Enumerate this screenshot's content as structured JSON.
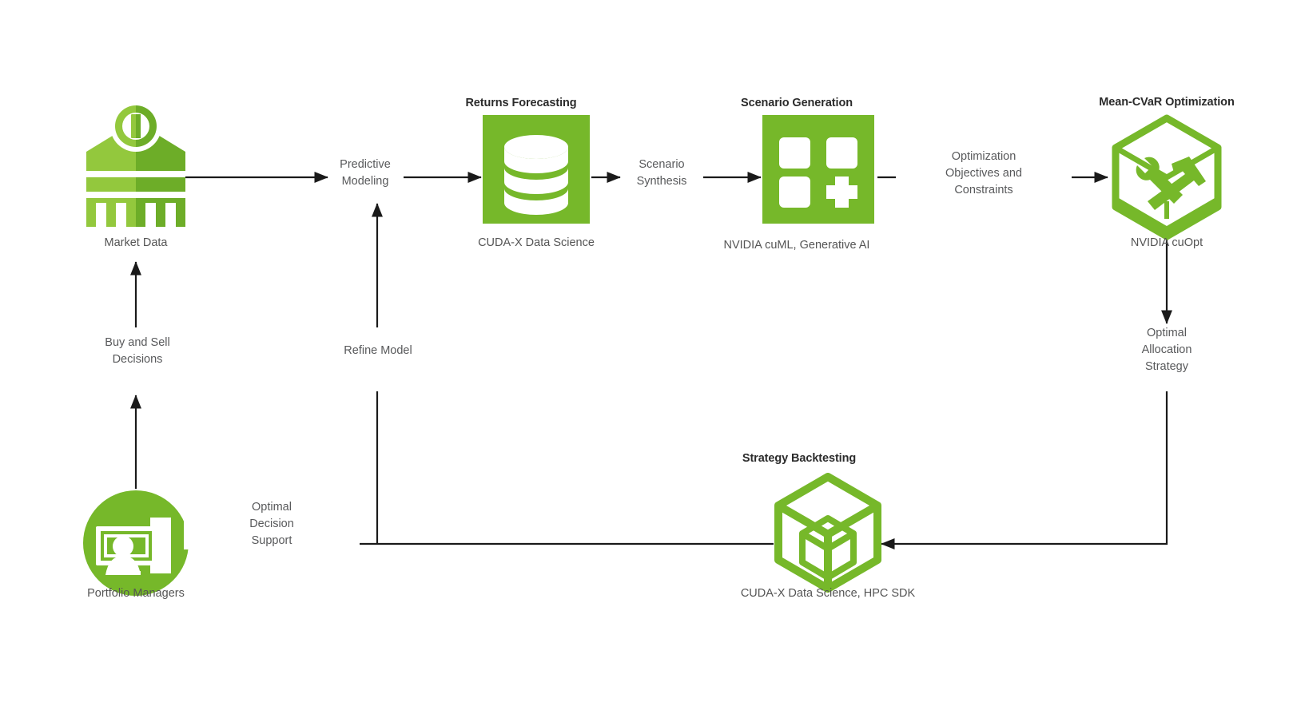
{
  "diagram": {
    "title": "Portfolio Optimization Workflow",
    "type": "flow-diagram",
    "colors": {
      "green_primary": "#76B82A",
      "green_light": "#93C83D",
      "green_dark": "#6DAD28",
      "arrow": "#1a1a1a",
      "title_text": "#2b2b2b",
      "caption_text": "#555555",
      "label_text": "#58595b",
      "background": "#ffffff"
    },
    "nodes": [
      {
        "id": "market-data",
        "title": "",
        "caption": "Market Data",
        "icon": "bank-building-icon"
      },
      {
        "id": "returns-forecasting",
        "title": "Returns Forecasting",
        "caption": "CUDA-X Data Science",
        "icon": "database-cylinder-icon"
      },
      {
        "id": "scenario-generation",
        "title": "Scenario Generation",
        "caption": "NVIDIA cuML, Generative AI",
        "icon": "grid-plus-icon"
      },
      {
        "id": "mean-cvar-optimization",
        "title": "Mean-CVaR Optimization",
        "caption": "NVIDIA cuOpt",
        "icon": "hexagon-tools-icon"
      },
      {
        "id": "strategy-backtesting",
        "title": "Strategy Backtesting",
        "caption": "CUDA-X Data Science, HPC SDK",
        "icon": "cube-outline-icon"
      },
      {
        "id": "portfolio-managers",
        "title": "",
        "caption": "Portfolio Managers",
        "icon": "person-workstation-icon"
      }
    ],
    "edges": [
      {
        "id": "predictive-modeling",
        "label": "Predictive\nModeling",
        "from": "market-data",
        "to": "returns-forecasting"
      },
      {
        "id": "scenario-synthesis",
        "label": "Scenario\nSynthesis",
        "from": "returns-forecasting",
        "to": "scenario-generation"
      },
      {
        "id": "optimization-objectives",
        "label": "Optimization\nObjectives  and\nConstraints",
        "from": "scenario-generation",
        "to": "mean-cvar-optimization"
      },
      {
        "id": "optimal-allocation-strategy",
        "label": "Optimal\nAllocation\nStrategy",
        "from": "mean-cvar-optimization",
        "to": "strategy-backtesting"
      },
      {
        "id": "optimal-decision-support",
        "label": "Optimal\nDecision\nSupport",
        "from": "strategy-backtesting",
        "to": "portfolio-managers"
      },
      {
        "id": "buy-and-sell-decisions",
        "label": "Buy and Sell\nDecisions",
        "from": "portfolio-managers",
        "to": "market-data"
      },
      {
        "id": "refine-model",
        "label": "Refine Model",
        "from": "strategy-backtesting",
        "to": "predictive-modeling"
      }
    ]
  }
}
